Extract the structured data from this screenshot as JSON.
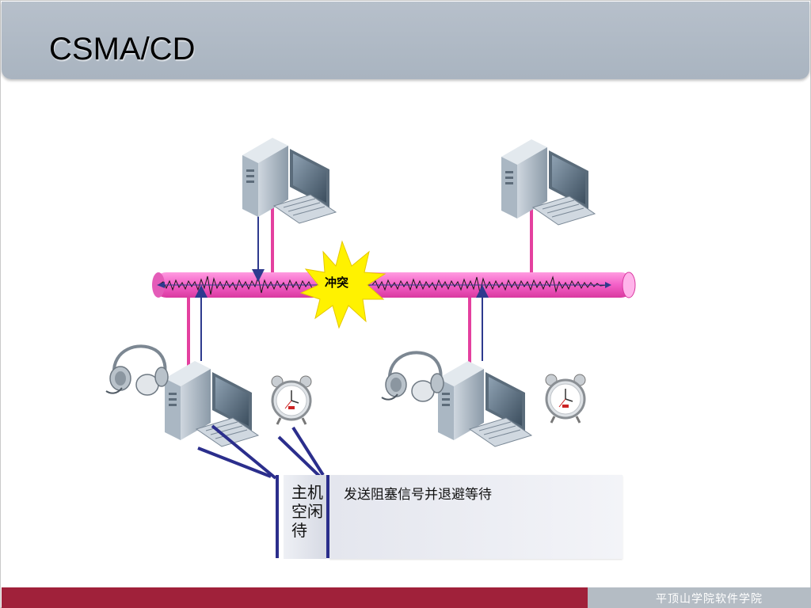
{
  "slide": {
    "title": "CSMA/CD",
    "footer": "平顶山学院软件学院"
  },
  "diagram": {
    "collision_label": "冲突",
    "host_idle_text": "主机空闲待",
    "action_text": "发送阻塞信号并退避等待",
    "icons": [
      "computer-icon",
      "headset-icon",
      "alarm-clock-icon",
      "collision-burst-icon"
    ],
    "colors": {
      "bus": "#f35fc7",
      "drop_line": "#e4409f",
      "signal_arrow": "#2e3a8e",
      "burst": "#fff200",
      "callout_line": "#2b2e8c",
      "header": "#aeb8c3",
      "footer_red": "#a0213a",
      "footer_gray": "#b4bcc4"
    }
  }
}
